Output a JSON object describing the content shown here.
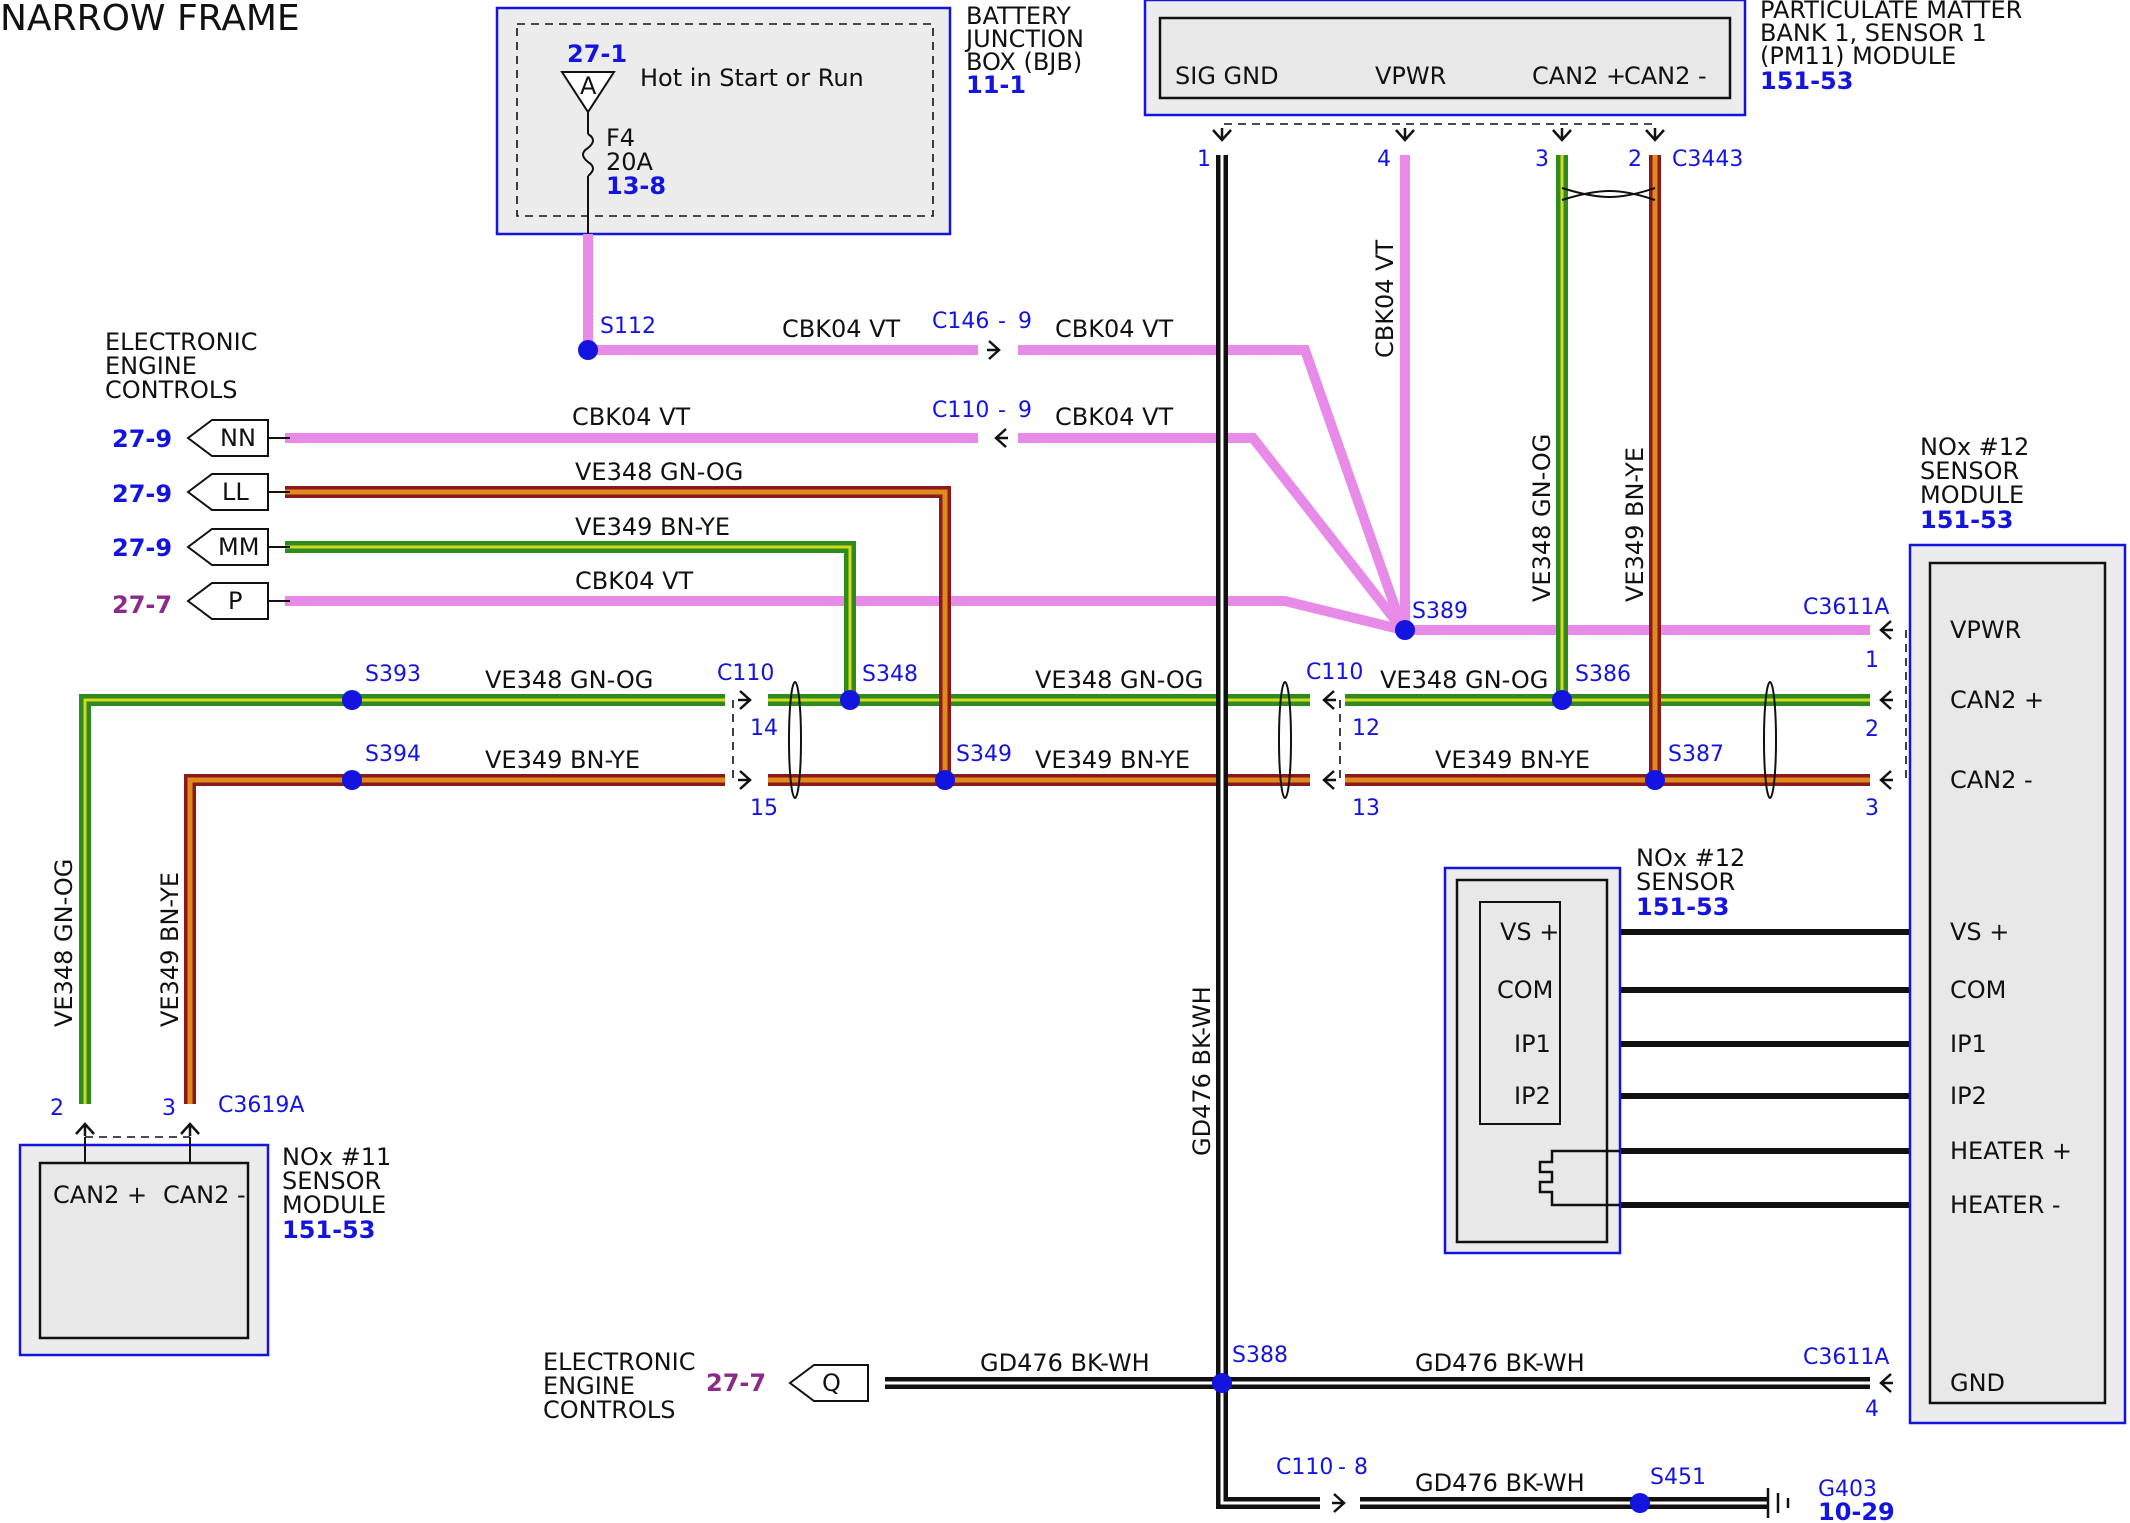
{
  "title": "NARROW FRAME",
  "bjb": {
    "ref_top": "27-1",
    "pin": "A",
    "hot_label": "Hot in Start or Run",
    "fuse": "F4",
    "amps": "20A",
    "fuse_ref": "13-8",
    "name_lines": [
      "BATTERY",
      "JUNCTION",
      "BOX (BJB)"
    ],
    "name_ref": "11-1"
  },
  "pm_module": {
    "name_lines": [
      "PARTICULATE MATTER",
      "BANK 1, SENSOR 1",
      "(PM11) MODULE"
    ],
    "ref": "151-53",
    "pins": [
      "SIG GND",
      "VPWR",
      "CAN2 +",
      "CAN2 -"
    ],
    "pin_numbers": [
      "1",
      "4",
      "3",
      "2"
    ],
    "connector": "C3443"
  },
  "eec_top": {
    "name_lines": [
      "ELECTRONIC",
      "ENGINE",
      "CONTROLS"
    ],
    "tabs": [
      {
        "pin": "NN",
        "ref": "27-9"
      },
      {
        "pin": "LL",
        "ref": "27-9"
      },
      {
        "pin": "MM",
        "ref": "27-9"
      },
      {
        "pin": "P",
        "ref": "27-7"
      }
    ]
  },
  "eec_bottom": {
    "name_lines": [
      "ELECTRONIC",
      "ENGINE",
      "CONTROLS"
    ],
    "ref": "27-7",
    "pin": "Q"
  },
  "wires": {
    "vt": "CBK04  VT",
    "gn_og": "VE348  GN-OG",
    "bn_ye": "VE349  BN-YE",
    "bk_wh": "GD476  BK-WH",
    "vt_vertical": "CBK04  VT",
    "gn_og_vertical": "VE348  GN-OG",
    "bn_ye_vertical": "VE349  BN-YE",
    "bk_wh_vertical": "GD476  BK-WH"
  },
  "connectors": {
    "c146": "C146",
    "c146_pin": "9",
    "c110": "C110",
    "c110_pin_9": "9",
    "c110_pin_14": "14",
    "c110_pin_15": "15",
    "c110_pin_12": "12",
    "c110_pin_13": "13",
    "c110_pin_8": "8",
    "c3611a": "C3611A",
    "c3611a_pins": [
      "1",
      "2",
      "3",
      "4"
    ],
    "c3619a": "C3619A",
    "c3619a_pins": [
      "2",
      "3"
    ],
    "dash": "-"
  },
  "splices": {
    "s112": "S112",
    "s389": "S389",
    "s393": "S393",
    "s348": "S348",
    "s394": "S394",
    "s349": "S349",
    "s386": "S386",
    "s387": "S387",
    "s388": "S388",
    "s451": "S451"
  },
  "nox12_module": {
    "name_lines": [
      "NOx #12",
      "SENSOR",
      "MODULE"
    ],
    "ref": "151-53",
    "pins": [
      "VPWR",
      "CAN2 +",
      "CAN2 -",
      "VS +",
      "COM",
      "IP1",
      "IP2",
      "HEATER +",
      "HEATER -",
      "GND"
    ]
  },
  "nox12_sensor": {
    "name_lines": [
      "NOx #12",
      "SENSOR"
    ],
    "ref": "151-53",
    "pins": [
      "VS +",
      "COM",
      "IP1",
      "IP2"
    ]
  },
  "nox11_module": {
    "name_lines": [
      "NOx #11",
      "SENSOR",
      "MODULE"
    ],
    "ref": "151-53",
    "pins": [
      "CAN2 +",
      "CAN2 -"
    ]
  },
  "ground": {
    "name": "G403",
    "ref": "10-29"
  },
  "colors": {
    "violet": "#e88ae8",
    "green": "#2e8b1e",
    "orange": "#d2691e",
    "yellow": "#d8d820",
    "red_brown": "#8b1a1a",
    "black": "#111111",
    "accent_blue": "#1414e0",
    "purple_ref": "#8a2a8a"
  }
}
